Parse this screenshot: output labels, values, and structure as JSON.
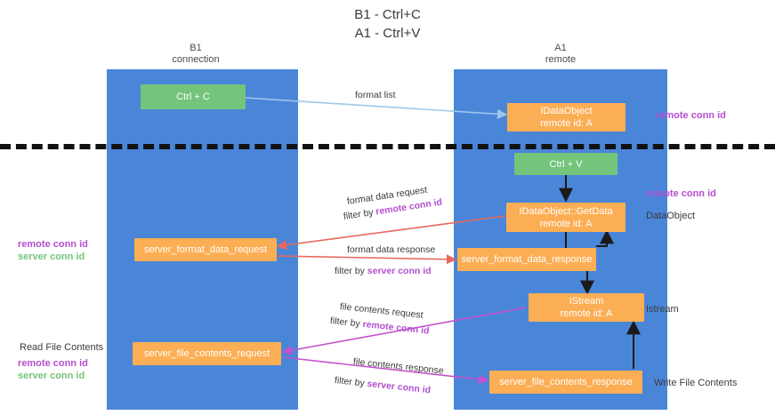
{
  "title": "B1 - Ctrl+C\nA1 - Ctrl+V",
  "lanes": [
    {
      "name": "left-lane",
      "header": "B1\nconnection"
    },
    {
      "name": "right-lane",
      "header": "A1\nremote"
    }
  ],
  "nodes": {
    "ctrl_c": {
      "line1": "Ctrl + C",
      "line2": ""
    },
    "idataobject": {
      "line1": "IDataObject",
      "line2": "remote id: A"
    },
    "ctrl_v": {
      "line1": "Ctrl + V",
      "line2": ""
    },
    "getdata": {
      "line1": "IDataObject::GetData",
      "line2": "remote id: A"
    },
    "server_format_data_request": {
      "line1": "server_format_data_request",
      "line2": ""
    },
    "server_format_data_response": {
      "line1": "server_format_data_response",
      "line2": ""
    },
    "istream": {
      "line1": "IStream",
      "line2": "remote id: A"
    },
    "server_file_contents_request": {
      "line1": "server_file_contents_request",
      "line2": ""
    },
    "server_file_contents_response": {
      "line1": "server_file_contents_response",
      "line2": ""
    }
  },
  "edge_labels": {
    "format_list": "format list",
    "format_data_request": "format data request",
    "format_data_request_filter_prefix": "filter by ",
    "format_data_request_filter_key": "remote conn id",
    "format_data_response": "format data response",
    "format_data_response_filter_prefix": "filter by ",
    "format_data_response_filter_key": "server conn id",
    "file_contents_request": "file contents request",
    "file_contents_request_filter_prefix": "filter by ",
    "file_contents_request_filter_key": "remote conn id",
    "file_contents_response": "file contents response",
    "file_contents_response_filter_prefix": "filter by ",
    "file_contents_response_filter_key": "server conn id"
  },
  "right_labels": {
    "remote_conn_id_top": "remote conn id",
    "remote_conn_id_mid": "remote conn id",
    "dataobject": "DataObject",
    "istream": "Istream",
    "write_file_contents": "Write File Contents"
  },
  "left_labels": {
    "remote_conn_id": "remote conn id",
    "server_conn_id": "server conn id",
    "read_file_contents": "Read File Contents",
    "remote_conn_id_2": "remote conn id",
    "server_conn_id_2": "server conn id"
  },
  "colors": {
    "lane": "#4a86d8",
    "green_node": "#74c47c",
    "orange_node": "#fcae54",
    "remote_key": "#b44fd0",
    "server_key": "#74c47c",
    "arrow_blue": "#9ec8e8",
    "arrow_red": "#e8685d",
    "arrow_magenta": "#c452cc",
    "arrow_dark": "#1a1a1a",
    "divider": "#111111",
    "background": "#ffffff"
  }
}
